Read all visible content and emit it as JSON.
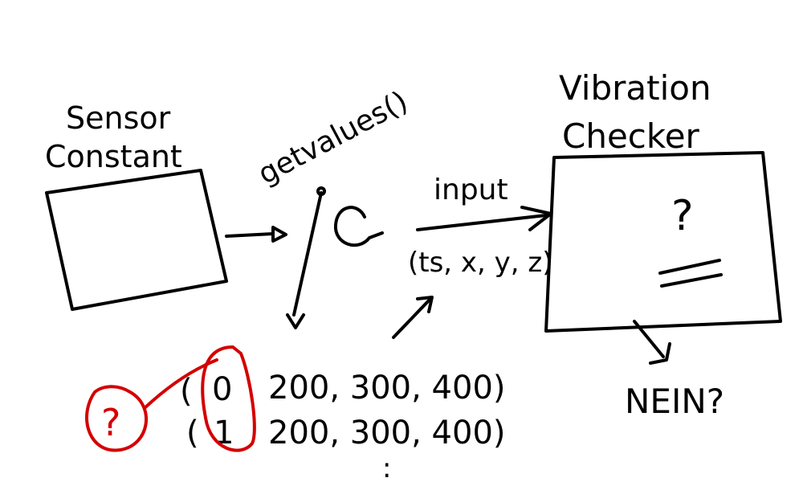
{
  "sensor": {
    "title_line1": "Sensor",
    "title_line2": "Constant"
  },
  "method_label": "getvalues()",
  "input_label": "input",
  "input_tuple": "(ts, x, y, z)",
  "checker": {
    "title_line1": "Vibration",
    "title_line2": "Checker",
    "question": "?"
  },
  "data_rows": [
    {
      "id": "0",
      "values": "200, 300, 400)"
    },
    {
      "id": "1",
      "values": "200, 300, 400)"
    }
  ],
  "data_row_open": "(",
  "ellipsis": ":",
  "annotation_question": "?",
  "result_label": "NEIN?"
}
